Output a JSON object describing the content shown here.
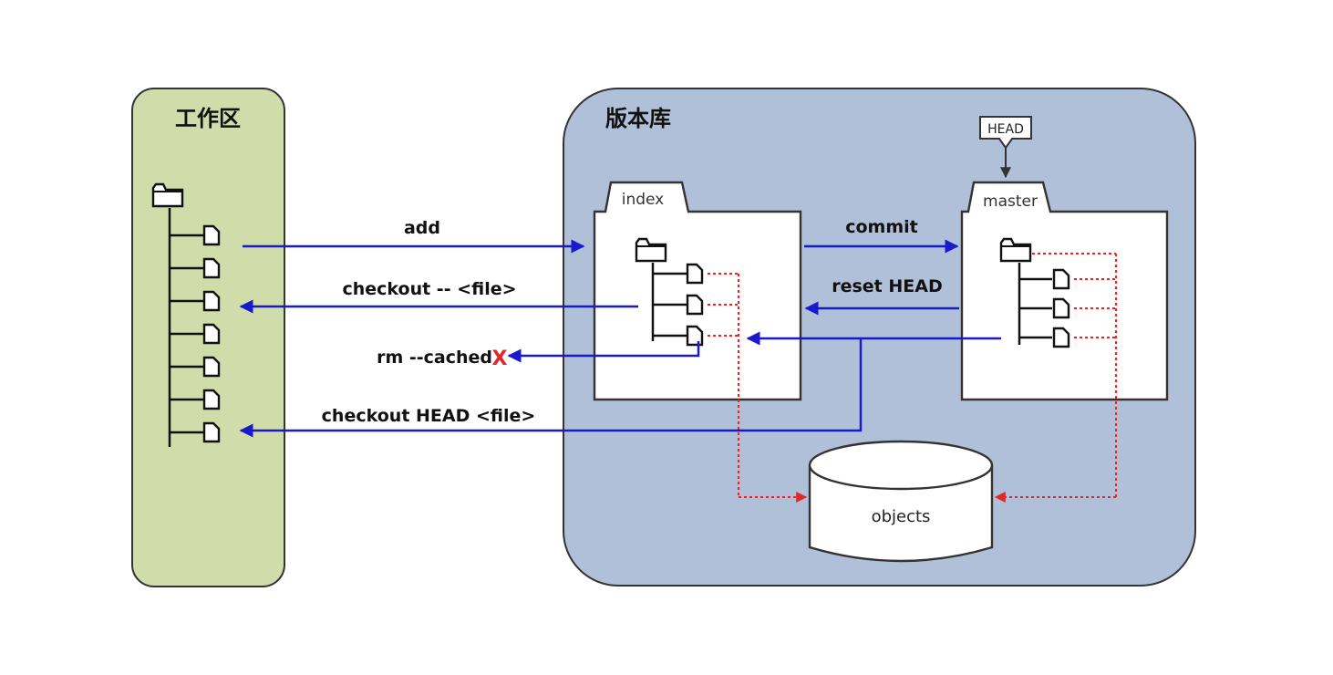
{
  "colors": {
    "workspace_fill": "#d0dcaa",
    "repository_fill": "#b0c0d8",
    "box_fill": "#ffffff",
    "outline": "#333333",
    "command_arrow": "#1a1acc",
    "object_link": "#e02828",
    "x_mark": "#e02828"
  },
  "workspace": {
    "title": "工作区",
    "file_count": 7
  },
  "repository": {
    "title": "版本库",
    "index_label": "index",
    "master_label": "master",
    "head_label": "HEAD",
    "objects_label": "objects"
  },
  "commands": {
    "add": "add",
    "checkout_file": "checkout -- <file>",
    "rm_cached": "rm --cached",
    "rm_cached_mark": "X",
    "commit": "commit",
    "reset_head": "reset HEAD",
    "checkout_head_file": "checkout HEAD <file>"
  },
  "icons": {
    "folder": "folder-icon",
    "file": "file-icon",
    "arrow": "arrow-icon",
    "database": "database-icon"
  }
}
